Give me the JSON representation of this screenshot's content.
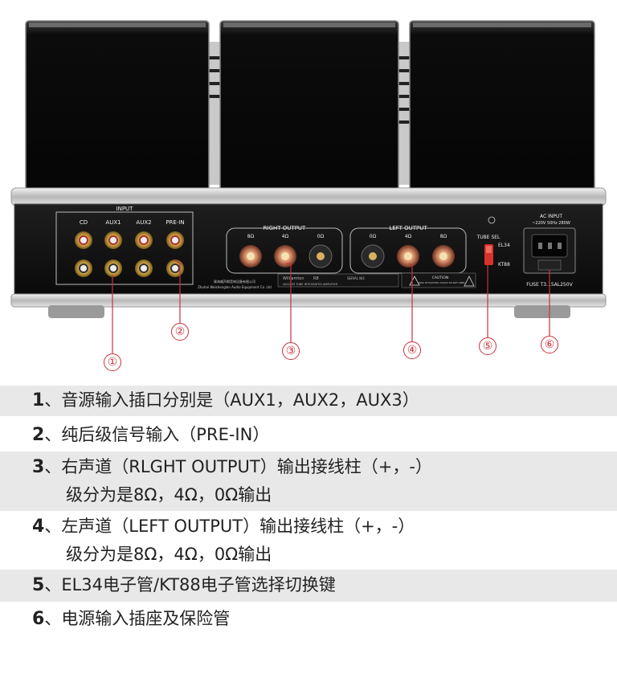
{
  "panel": {
    "input_title": "INPUT",
    "input_labels": [
      "CD",
      "AUX1",
      "AUX2",
      "PRE-IN"
    ],
    "right_output_title": "RIGHT OUTPUT",
    "left_output_title": "LEFT OUTPUT",
    "right_ohms": [
      "8Ω",
      "4Ω",
      "0Ω"
    ],
    "left_ohms": [
      "0Ω",
      "4Ω",
      "8Ω"
    ],
    "tube_sel": "TUBE SEL",
    "el34": "EL34",
    "kt88": "KT88",
    "ac_input": "AC INPUT",
    "ac_spec": "~220V 50Hz 280W",
    "fuse": "FUSE T3.15AL250V",
    "maker_cn": "珠海威声朗音响设备有限公司",
    "maker_en": "Zhuhai Weishenglan Audio Equipment Co. Ltd",
    "brand": "Williamton",
    "model": "R8",
    "model_desc": "VACUUM TUBE INTEGRATED AMPLIFIER",
    "serial_label": "SERIAL NO:",
    "caution": "CAUTION",
    "caution_sub": "RISK OF ELECTRIC SHOCK DO NOT OPEN"
  },
  "callouts": [
    "①",
    "②",
    "③",
    "④",
    "⑤",
    "⑥"
  ],
  "items": [
    {
      "num": "1",
      "sep": "、",
      "lines": [
        "音源输入插口分别是（AUX1，AUX2，AUX3）"
      ]
    },
    {
      "num": "2",
      "sep": "、",
      "lines": [
        "纯后级信号输入（PRE-IN）"
      ]
    },
    {
      "num": "3",
      "sep": "、",
      "lines": [
        "右声道（RLGHT OUTPUT）输出接线柱（+，-）",
        "级分为是8Ω，4Ω，0Ω输出"
      ]
    },
    {
      "num": "4",
      "sep": "、",
      "lines": [
        "左声道（LEFT OUTPUT）输出接线柱（+，-）",
        "级分为是8Ω，4Ω，0Ω输出"
      ]
    },
    {
      "num": "5",
      "sep": "、",
      "lines": [
        "EL34电子管/KT88电子管选择切换键"
      ]
    },
    {
      "num": "6",
      "sep": "、",
      "lines": [
        "电源输入插座及保险管"
      ]
    }
  ]
}
